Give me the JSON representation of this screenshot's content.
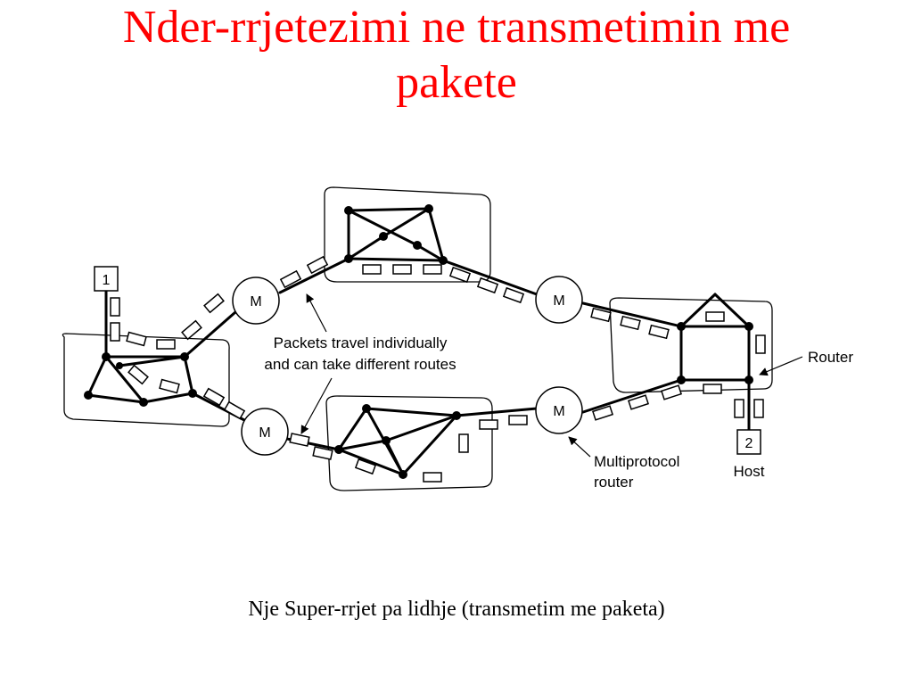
{
  "slide": {
    "title_line1": "Nder-rrjetezimi ne transmetimin me",
    "title_line2": "pakete",
    "caption": "Nje Super-rrjet pa lidhje (transmetim me paketa)"
  },
  "diagram": {
    "router_label": "M",
    "host1_label": "1",
    "host2_label": "2",
    "annotation_packets_line1": "Packets travel individually",
    "annotation_packets_line2": "and can take different routes",
    "annotation_router": "Router",
    "annotation_multiprotocol_line1": "Multiprotocol",
    "annotation_multiprotocol_line2": "router",
    "annotation_host": "Host"
  },
  "colors": {
    "title": "#ff0000",
    "lines": "#000000",
    "background": "#ffffff"
  }
}
